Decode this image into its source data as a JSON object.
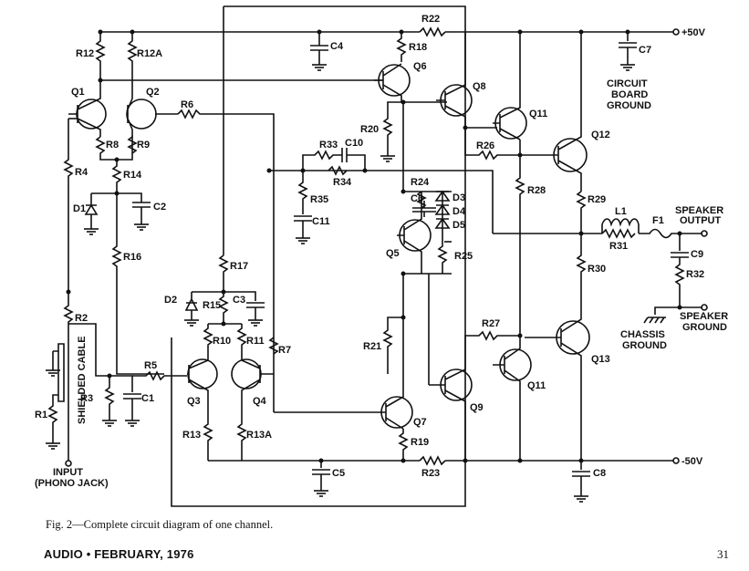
{
  "labels": {
    "plus50": "+50V",
    "minus50": "-50V",
    "cbg1": "CIRCUIT",
    "cbg2": "BOARD",
    "cbg3": "GROUND",
    "spk_out1": "SPEAKER",
    "spk_out2": "OUTPUT",
    "spk_gnd1": "SPEAKER",
    "spk_gnd2": "GROUND",
    "ch_gnd1": "CHASSIS",
    "ch_gnd2": "GROUND",
    "input1": "INPUT",
    "input2": "(PHONO JACK)",
    "shielded": "SHIELDED CABLE"
  },
  "components": {
    "R1": "R1",
    "R2": "R2",
    "R3": "R3",
    "R4": "R4",
    "R5": "R5",
    "R6": "R6",
    "R7": "R7",
    "R8": "R8",
    "R9": "R9",
    "R10": "R10",
    "R11": "R11",
    "R12": "R12",
    "R12A": "R12A",
    "R13": "R13",
    "R13A": "R13A",
    "R14": "R14",
    "R15": "R15",
    "R16": "R16",
    "R17": "R17",
    "R18": "R18",
    "R19": "R19",
    "R20": "R20",
    "R21": "R21",
    "R22": "R22",
    "R23": "R23",
    "R24": "R24",
    "R25": "R25",
    "R26": "R26",
    "R27": "R27",
    "R28": "R28",
    "R29": "R29",
    "R30": "R30",
    "R31": "R31",
    "R32": "R32",
    "R33": "R33",
    "R34": "R34",
    "R35": "R35",
    "C1": "C1",
    "C2": "C2",
    "C3": "C3",
    "C4": "C4",
    "C5": "C5",
    "C6": "C6",
    "C7": "C7",
    "C8": "C8",
    "C9": "C9",
    "C10": "C10",
    "C11": "C11",
    "Q1": "Q1",
    "Q2": "Q2",
    "Q3": "Q3",
    "Q4": "Q4",
    "Q5": "Q5",
    "Q6": "Q6",
    "Q7": "Q7",
    "Q8": "Q8",
    "Q9": "Q9",
    "Q11a": "Q11",
    "Q11b": "Q11",
    "Q12": "Q12",
    "Q13": "Q13",
    "D1": "D1",
    "D2": "D2",
    "D3": "D3",
    "D4": "D4",
    "D5": "D5",
    "L1": "L1",
    "F1": "F1"
  },
  "caption": "Fig. 2—Complete circuit diagram of one channel.",
  "footer": "AUDIO • FEBRUARY, 1976",
  "page_number": "31"
}
